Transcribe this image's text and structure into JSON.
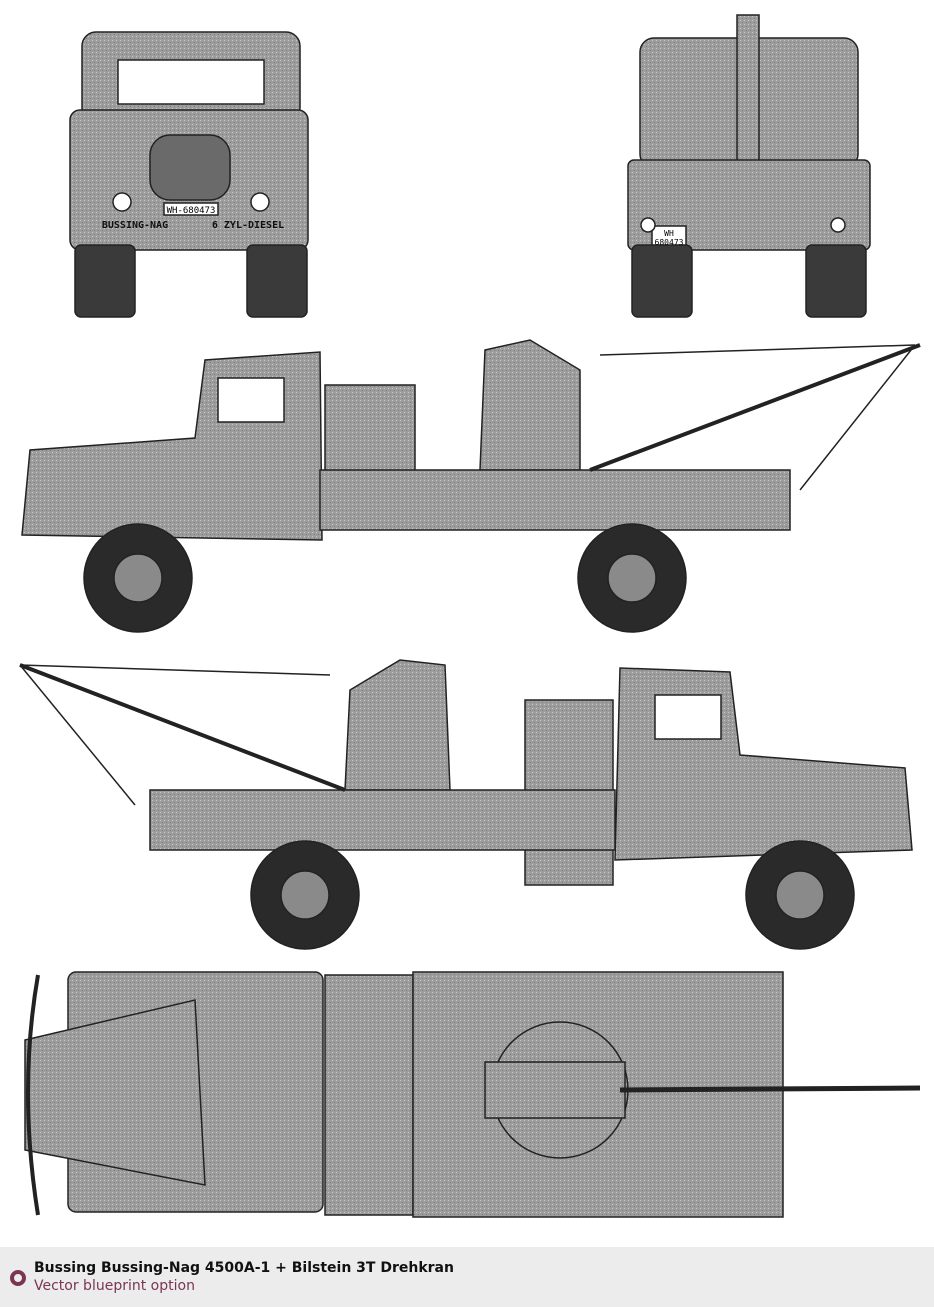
{
  "drawing": {
    "front_plate": "WH-680473",
    "front_lettering_left": "BUSSING-NAG",
    "front_lettering_right": "6 ZYL-DIESEL",
    "rear_plate_line1": "WH",
    "rear_plate_line2": "680473"
  },
  "caption": {
    "title": "Bussing Bussing-Nag 4500A-1 + Bilstein 3T Drehkran",
    "subtitle": "Vector blueprint option",
    "accent_color": "#7a3553"
  }
}
